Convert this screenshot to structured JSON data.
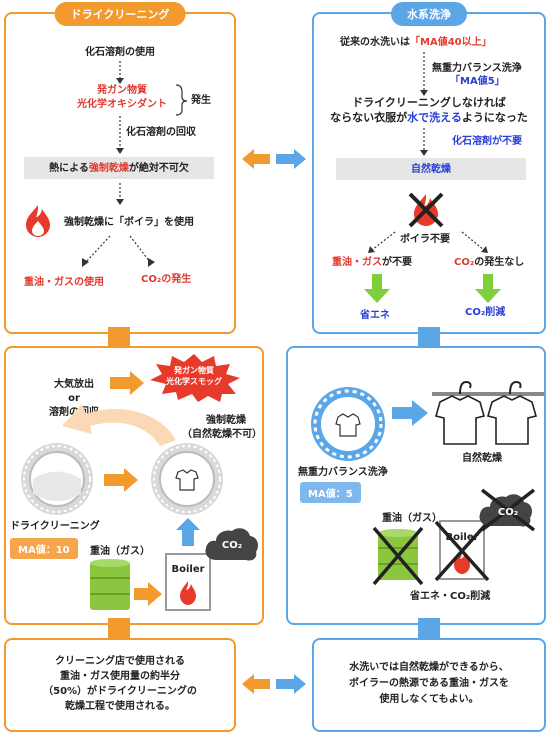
{
  "left_top": {
    "header": "ドライクリーニング",
    "solvent_use": "化石溶剤の使用",
    "gas_line1": "発ガン物質",
    "gas_line2": "光化学オキシダント",
    "generation": "発生",
    "solvent_recovery": "化石溶剤の回収",
    "forced_pre": "熱による",
    "forced_red": "強制乾燥",
    "forced_post": "が絶対不可欠",
    "boiler_use": "強制乾燥に「ボイラ」を使用",
    "fuel_use": "重油・ガスの使用",
    "co2_gen": "CO₂の発生"
  },
  "right_top": {
    "header": "水系洗浄",
    "ma_pre": "従来の水洗いは",
    "ma_red": "「MA値40以上」",
    "zero_g_line1": "無重力バランス洗浄",
    "zero_g_line2": "「MA値5」",
    "line_a": "ドライクリーニングしなければ",
    "line_b_pre": "ならない衣服が",
    "line_b_blue": "水で洗える",
    "line_b_post": "ようになった",
    "solvent_unneeded": "化石溶剤が不要",
    "natural_dry": "自然乾燥",
    "boiler_unneeded": "ボイラ不要",
    "fuel_unneeded_red": "重油・ガス",
    "fuel_unneeded_post": "が不要",
    "co2_none_red": "CO₂",
    "co2_none_post": "の発生なし",
    "energy_saving": "省エネ",
    "co2_reduction": "CO₂削減"
  },
  "left_mid": {
    "emission_line1": "大気放出",
    "emission_line2": "or",
    "emission_line3": "溶剤の回収",
    "cloud_line1": "発ガン物質",
    "cloud_line2": "光化学スモッグ",
    "forced_line1": "強制乾燥",
    "forced_line2": "（自然乾燥不可）",
    "dry_cleaning": "ドライクリーニング",
    "ma_tag": "MA値：10",
    "fuel_label": "重油（ガス）",
    "boiler_label": "Boiler",
    "co2_cloud": "CO₂"
  },
  "right_mid": {
    "zero_g_label": "無重力バランス洗浄",
    "ma_tag": "MA値：5",
    "natural_dry": "自然乾燥",
    "fuel_label": "重油（ガス）",
    "boiler_label": "Boiler",
    "co2_cloud": "CO₂",
    "summary": "省エネ・CO₂削減"
  },
  "left_bottom": {
    "line1": "クリーニング店で使用される",
    "line2": "重油・ガス使用量の約半分",
    "line3": "（50%）がドライクリーニングの",
    "line4": "乾燥工程で使用される。"
  },
  "right_bottom": {
    "line1": "水洗いでは自然乾燥ができるから、",
    "line2": "ボイラーの熱源である重油・ガスを",
    "line3": "使用しなくてもよい。"
  },
  "colors": {
    "orange": "#f29a2e",
    "blue": "#5aa6e6",
    "red": "#e03a2f",
    "green": "#7fcf3d",
    "dark_blue": "#2a3fd6"
  }
}
